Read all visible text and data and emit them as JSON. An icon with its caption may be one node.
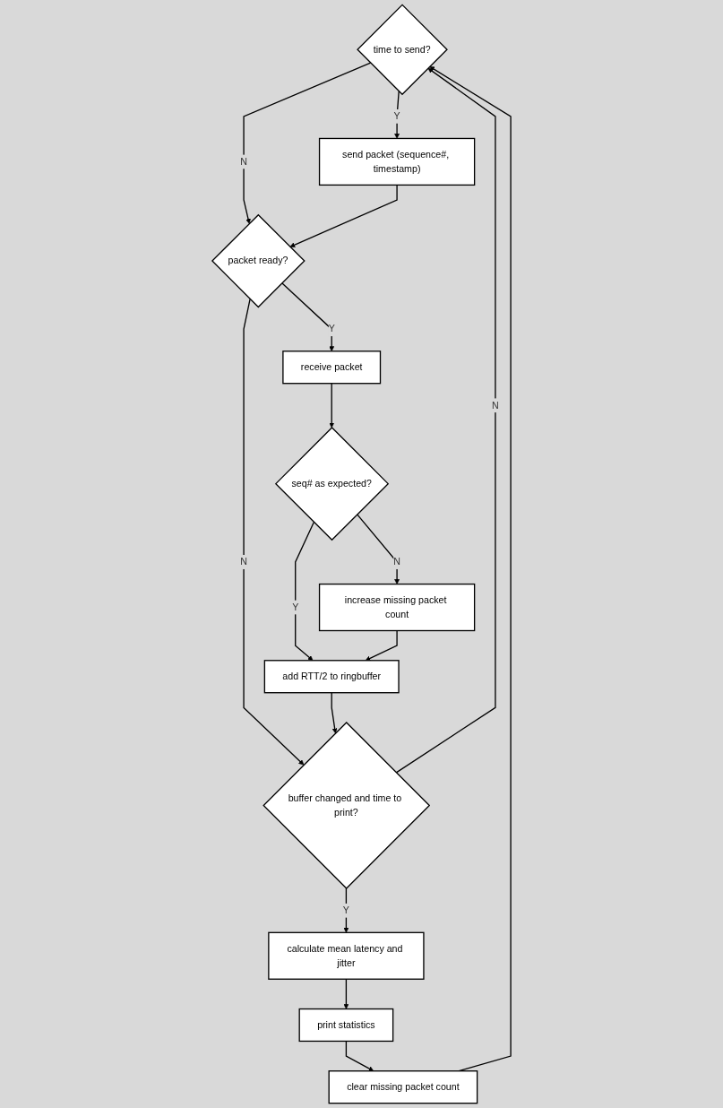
{
  "diagram": {
    "nodes": [
      {
        "text": [
          "time to send?"
        ]
      },
      {
        "text": [
          "send packet (sequence#, timestamp)"
        ]
      },
      {
        "text": [
          "packet ready?"
        ]
      },
      {
        "text": [
          "receive packet"
        ]
      },
      {
        "text": [
          "seq# as expected?"
        ]
      },
      {
        "text": [
          "increase missing packet count"
        ]
      },
      {
        "text": [
          "add RTT/2 to ringbuffer"
        ]
      },
      {
        "text": [
          "buffer changed and time to print?"
        ]
      },
      {
        "text": [
          "calculate mean latency and jitter"
        ]
      },
      {
        "text": [
          "print statistics"
        ]
      },
      {
        "text": [
          "clear missing packet count"
        ]
      }
    ],
    "edges": [
      {
        "from": 0,
        "to": 1,
        "arrow": "to",
        "label": "Y"
      },
      {
        "from": 0,
        "to": 2,
        "arrow": "to",
        "label": "N"
      },
      {
        "from": 1,
        "to": 2,
        "arrow": "to"
      },
      {
        "from": 2,
        "to": 3,
        "arrow": "to",
        "label": "Y"
      },
      {
        "from": 2,
        "to": 7,
        "arrow": "to",
        "label": "N"
      },
      {
        "from": 3,
        "to": 4,
        "arrow": "to"
      },
      {
        "from": 4,
        "to": 5,
        "arrow": "to",
        "label": "N"
      },
      {
        "from": 4,
        "to": 6,
        "arrow": "to",
        "label": "Y"
      },
      {
        "from": 5,
        "to": 6,
        "arrow": "to"
      },
      {
        "from": 6,
        "to": 7,
        "arrow": "to"
      },
      {
        "from": 7,
        "to": 8,
        "arrow": "to",
        "label": "Y"
      },
      {
        "from": 7,
        "to": 0,
        "arrow": "to",
        "label": "N"
      },
      {
        "from": 8,
        "to": 9,
        "arrow": "to"
      },
      {
        "from": 9,
        "to": 10,
        "arrow": "to"
      },
      {
        "from": 10,
        "to": 0,
        "arrow": "to"
      }
    ]
  }
}
